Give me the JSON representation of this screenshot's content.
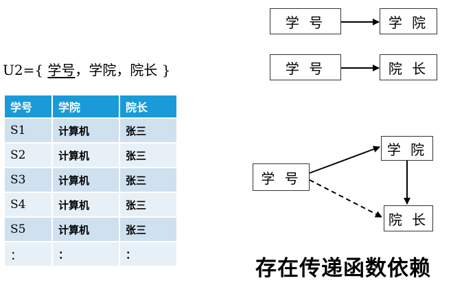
{
  "schema": {
    "prefix": "U2={",
    "key_attr": "学号",
    "sep1": "，",
    "attr2": "学院",
    "sep2": "，",
    "attr3": "院长",
    "suffix": "}"
  },
  "table": {
    "headers": [
      "学号",
      "学院",
      "院长"
    ],
    "rows": [
      [
        "S1",
        "计算机",
        "张三"
      ],
      [
        "S2",
        "计算机",
        "张三"
      ],
      [
        "S3",
        "计算机",
        "张三"
      ],
      [
        "S4",
        "计算机",
        "张三"
      ],
      [
        "S5",
        "计算机",
        "张三"
      ],
      [
        "：",
        "：",
        "："
      ]
    ]
  },
  "fd1": {
    "from": "学 号",
    "to": "学 院"
  },
  "fd2": {
    "from": "学 号",
    "to": "院 长"
  },
  "transitive": {
    "source": "学 号",
    "middle": "学 院",
    "target": "院 长"
  },
  "conclusion": "存在传递函数依赖"
}
